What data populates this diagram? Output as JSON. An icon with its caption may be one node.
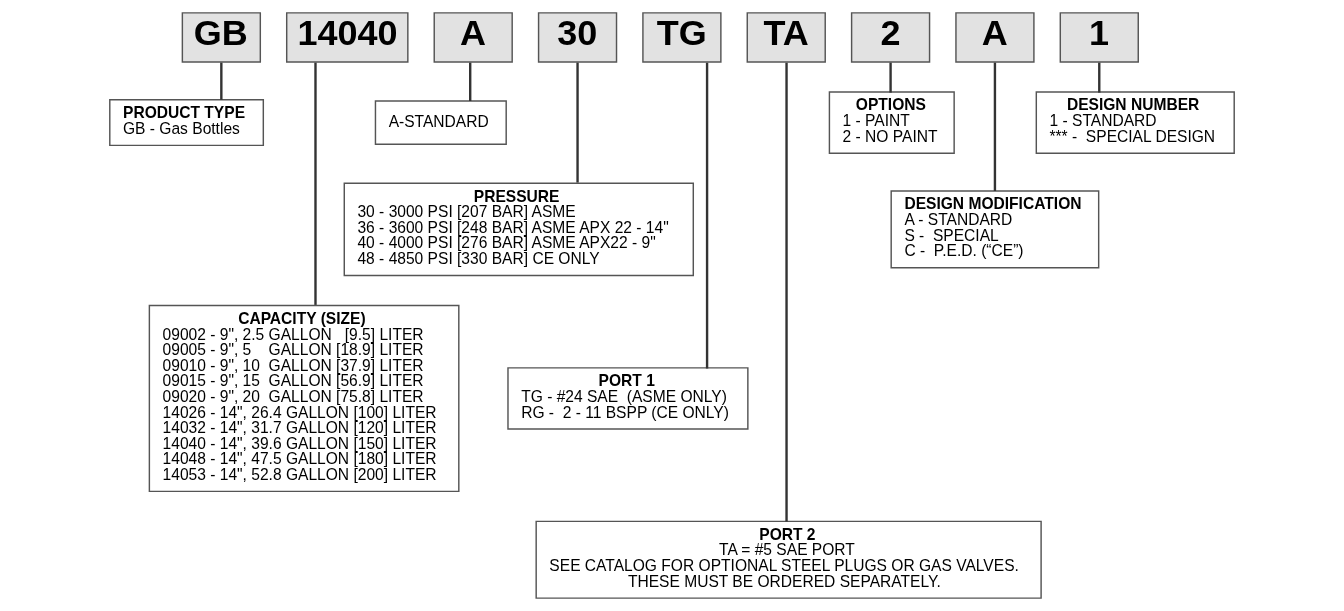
{
  "diagram": {
    "nodes": [
      {
        "text": [
          "GB"
        ]
      },
      {
        "text": [
          "14040"
        ]
      },
      {
        "text": [
          "A"
        ]
      },
      {
        "text": [
          "30"
        ]
      },
      {
        "text": [
          "TG"
        ]
      },
      {
        "text": [
          "TA"
        ]
      },
      {
        "text": [
          "2"
        ]
      },
      {
        "text": [
          "A"
        ]
      },
      {
        "text": [
          "1"
        ]
      },
      {
        "text": [
          "PRODUCT TYPE",
          "GB - Gas Bottles"
        ]
      },
      {
        "text": [
          "A-STANDARD"
        ]
      },
      {
        "text": [
          "PRESSURE",
          "30 - 3000 PSI [207 BAR] ASME",
          "36 - 3600 PSI [248 BAR] ASME APX 22 - 14\"",
          "40 - 4000 PSI [276 BAR] ASME APX22 - 9\"",
          "48 - 4850 PSI [330 BAR] CE ONLY"
        ]
      },
      {
        "text": [
          "CAPACITY (SIZE)",
          "09002 - 9\", 2.5 GALLON   [9.5] LITER",
          "09005 - 9\", 5    GALLON [18.9] LITER",
          "09010 - 9\", 10  GALLON [37.9] LITER",
          "09015 - 9\", 15  GALLON [56.9] LITER",
          "09020 - 9\", 20  GALLON [75.8] LITER",
          "14026 - 14\", 26.4 GALLON [100] LITER",
          "14032 - 14\", 31.7 GALLON [120] LITER",
          "14040 - 14\", 39.6 GALLON [150] LITER",
          "14048 - 14\", 47.5 GALLON [180] LITER",
          "14053 - 14\", 52.8 GALLON [200] LITER"
        ]
      },
      {
        "text": [
          "PORT 1",
          "TG - #24 SAE  (ASME ONLY)",
          "RG -  2 - 11 BSPP (CE ONLY)"
        ]
      },
      {
        "text": [
          "PORT 2",
          "TA = #5 SAE PORT",
          "SEE CATALOG FOR OPTIONAL STEEL PLUGS OR GAS VALVES.",
          "THESE MUST BE ORDERED SEPARATELY."
        ]
      },
      {
        "text": [
          "OPTIONS",
          "1 - PAINT",
          "2 - NO PAINT"
        ]
      },
      {
        "text": [
          "DESIGN MODIFICATION",
          "A - STANDARD",
          "S -  SPECIAL",
          "C -  P.E.D. (“CE”)"
        ]
      },
      {
        "text": [
          "DESIGN NUMBER",
          "1 - STANDARD",
          "*** -  SPECIAL DESIGN"
        ]
      }
    ],
    "edges": [
      {
        "from": 0,
        "to": 9,
        "arrow": "none"
      },
      {
        "from": 1,
        "to": 12,
        "arrow": "none"
      },
      {
        "from": 2,
        "to": 10,
        "arrow": "none"
      },
      {
        "from": 3,
        "to": 11,
        "arrow": "none"
      },
      {
        "from": 4,
        "to": 13,
        "arrow": "none"
      },
      {
        "from": 5,
        "to": 14,
        "arrow": "none"
      },
      {
        "from": 6,
        "to": 15,
        "arrow": "none"
      },
      {
        "from": 7,
        "to": 16,
        "arrow": "none"
      },
      {
        "from": 8,
        "to": 17,
        "arrow": "none"
      }
    ]
  }
}
